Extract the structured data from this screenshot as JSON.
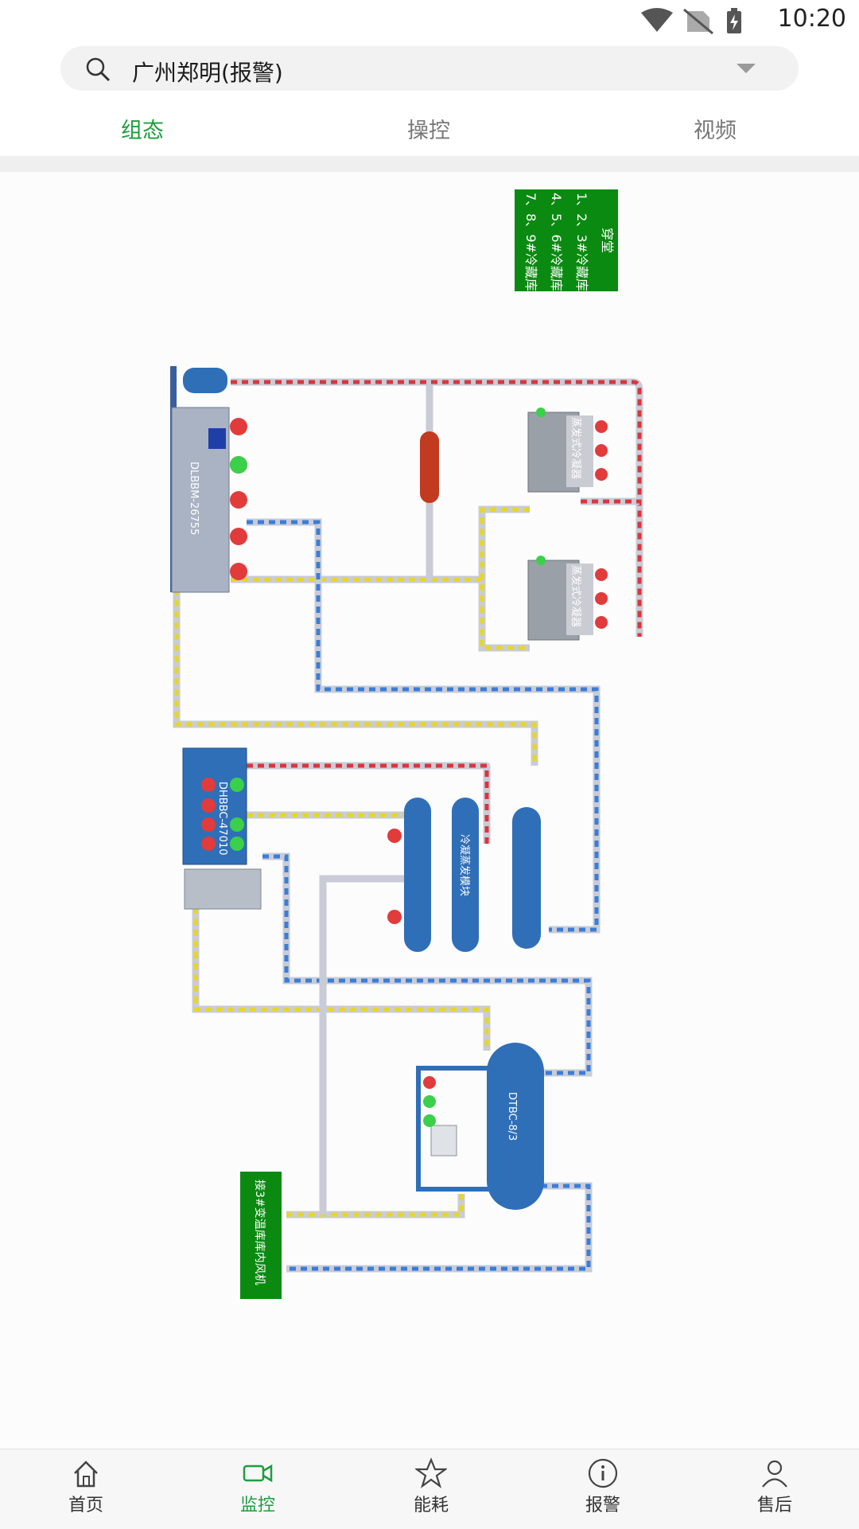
{
  "status_bar": {
    "time": "10:20",
    "icons": [
      "wifi-icon",
      "no-sim-icon",
      "battery-charging-icon"
    ]
  },
  "search": {
    "value": "广州郑明(报警)"
  },
  "tabs": [
    {
      "label": "组态",
      "active": true
    },
    {
      "label": "操控",
      "active": false
    },
    {
      "label": "视频",
      "active": false
    }
  ],
  "diagram": {
    "legend_lines": [
      "穿堂",
      "1、2、3#冷藏库",
      "4、5、6#冷藏库",
      "7、8、9#冷藏库"
    ],
    "unit_1": "DLBBM-26755",
    "unit_2": "DHBBC-47010",
    "unit_3": "DTBC-8/3",
    "condenser_label": "蒸发式冷凝器",
    "evaporator_module_label": "冷凝蒸发模块",
    "fan_note": "接3#变温库库内风机"
  },
  "bottom_nav": [
    {
      "label": "首页",
      "icon": "home-icon",
      "active": false
    },
    {
      "label": "监控",
      "icon": "video-camera-icon",
      "active": true
    },
    {
      "label": "能耗",
      "icon": "star-icon",
      "active": false
    },
    {
      "label": "报警",
      "icon": "info-icon",
      "active": false
    },
    {
      "label": "售后",
      "icon": "user-icon",
      "active": false
    }
  ],
  "colors": {
    "accent": "#1e9e3e",
    "label_bg": "#0b8a12",
    "equipment_blue": "#2f6fb8",
    "hot_pipe": "#d9363e",
    "cold_pipe": "#3b7dd8",
    "suction_pipe": "#e6d62a"
  }
}
